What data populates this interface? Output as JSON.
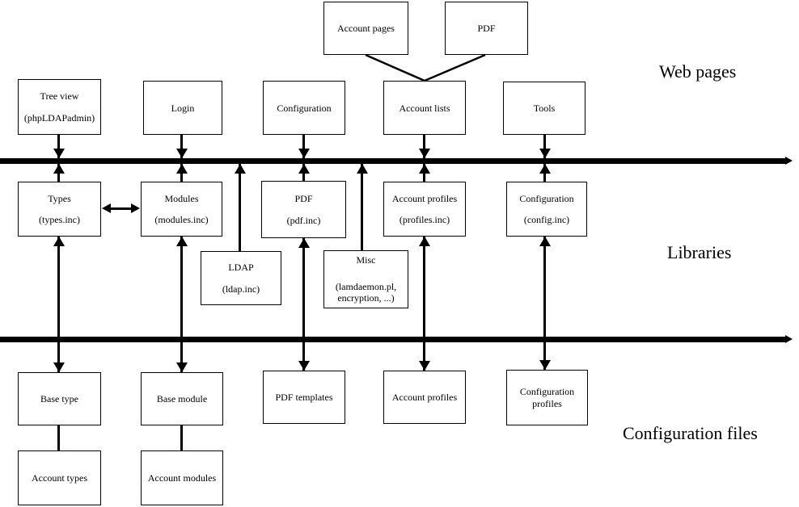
{
  "sections": {
    "web_pages": "Web pages",
    "libraries": "Libraries",
    "configuration_files": "Configuration files"
  },
  "nodes": {
    "account_pages": [
      "Account pages"
    ],
    "pdf_page": [
      "PDF"
    ],
    "tree_view": [
      "Tree view",
      "(phpLDAPadmin)"
    ],
    "login": [
      "Login"
    ],
    "configuration_page": [
      "Configuration"
    ],
    "account_lists": [
      "Account lists"
    ],
    "tools": [
      "Tools"
    ],
    "types": [
      "Types",
      "(types.inc)"
    ],
    "modules": [
      "Modules",
      "(modules.inc)"
    ],
    "pdf_lib": [
      "PDF",
      "(pdf.inc)"
    ],
    "account_profiles_lib": [
      "Account profiles",
      "(profiles.inc)"
    ],
    "configuration_lib": [
      "Configuration",
      "(config.inc)"
    ],
    "ldap": [
      "LDAP",
      "(ldap.inc)"
    ],
    "misc": [
      "Misc",
      "(lamdaemon.pl,",
      "encryption, ...)"
    ],
    "base_type": [
      "Base type"
    ],
    "base_module": [
      "Base module"
    ],
    "pdf_templates": [
      "PDF templates"
    ],
    "account_profiles_cfg": [
      "Account profiles"
    ],
    "configuration_profiles": [
      "Configuration",
      "profiles"
    ],
    "account_types": [
      "Account types"
    ],
    "account_modules": [
      "Account modules"
    ]
  },
  "colors": {
    "line": "#000000",
    "background": "#ffffff"
  }
}
